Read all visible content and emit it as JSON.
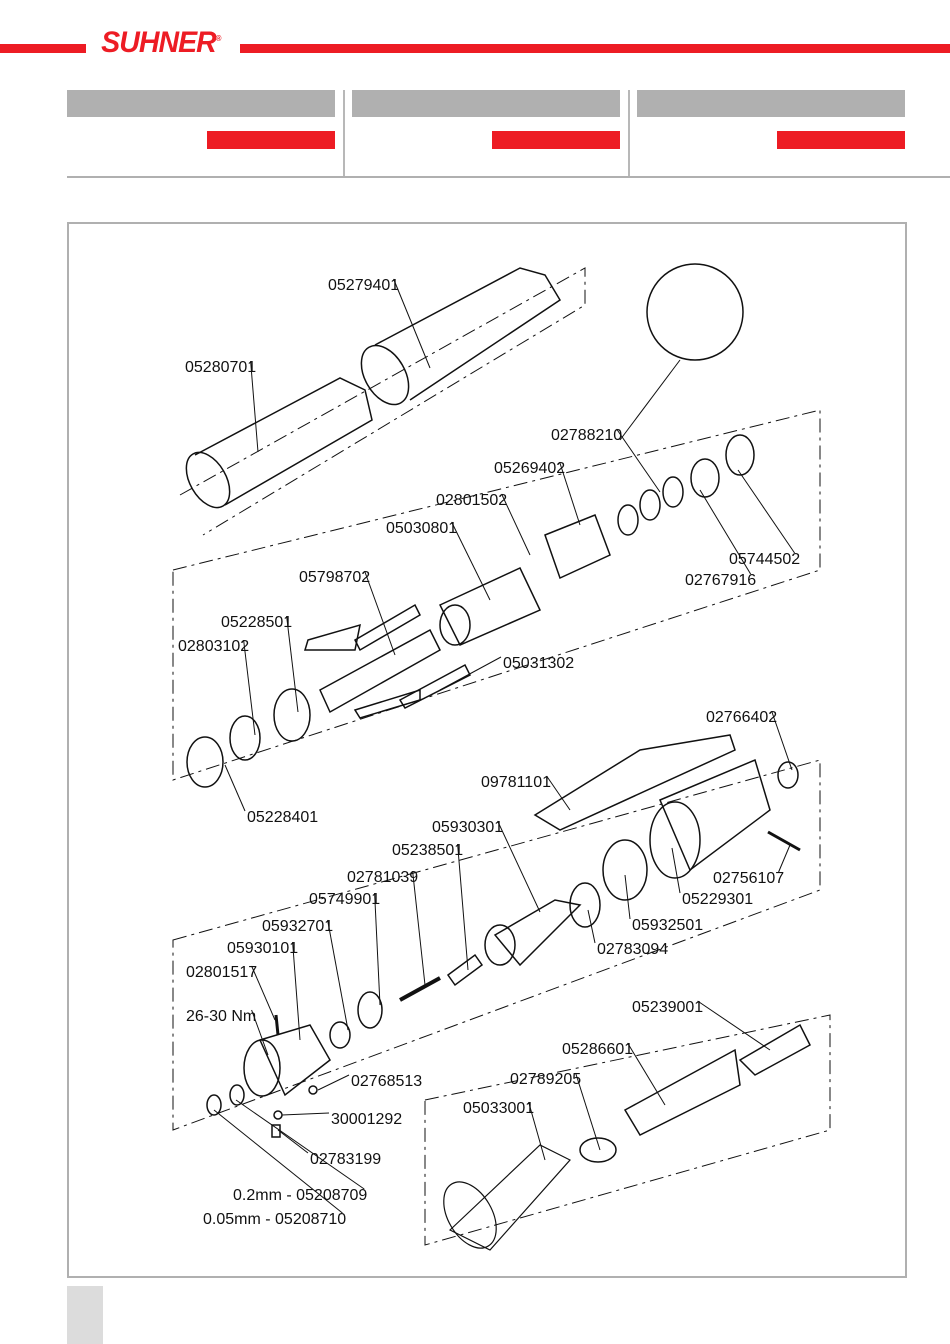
{
  "brand": {
    "logo_text": "SUHNER",
    "registered": "®"
  },
  "colors": {
    "accent": "#ed1c24",
    "header_gray": "#b0b0b0"
  },
  "diagram": {
    "labels": [
      "05279401",
      "05280701",
      "02788210",
      "05269402",
      "02801502",
      "05030801",
      "05744502",
      "02767916",
      "05798702",
      "05228501",
      "02803102",
      "05031302",
      "05228401",
      "02766402",
      "09781101",
      "05930301",
      "05238501",
      "02756107",
      "02781039",
      "05229301",
      "05749901",
      "05932501",
      "05932701",
      "02783094",
      "05930101",
      "02801517",
      "26-30 Nm",
      "05239001",
      "05286601",
      "02768513",
      "02789205",
      "30001292",
      "05033001",
      "02783199",
      "0.2mm - 05208709",
      "0.05mm - 05208710"
    ]
  }
}
